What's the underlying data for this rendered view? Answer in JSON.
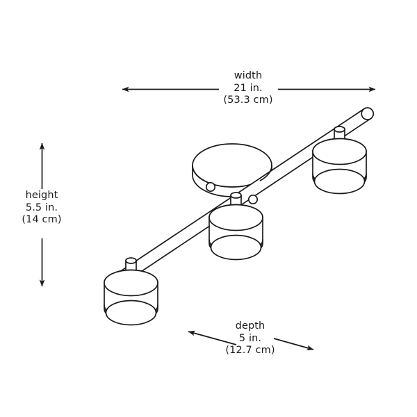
{
  "diagram": {
    "title": "track-light-fixture-dimension-drawing",
    "background_color": "#ffffff",
    "line_color": "#1a1a1a",
    "text_color": "#1a1a1a"
  },
  "dimensions": {
    "width": {
      "name": "width",
      "imperial": "21 in.",
      "metric": "(53.3 cm)"
    },
    "height": {
      "name": "height",
      "imperial": "5.5 in.",
      "metric": "(14 cm)"
    },
    "depth": {
      "name": "depth",
      "imperial": "5 in.",
      "metric": "(12.7 cm)"
    }
  },
  "product": {
    "type": "3-light track / rail fixture",
    "heads": 3,
    "canopy_screw_holes": 2
  }
}
